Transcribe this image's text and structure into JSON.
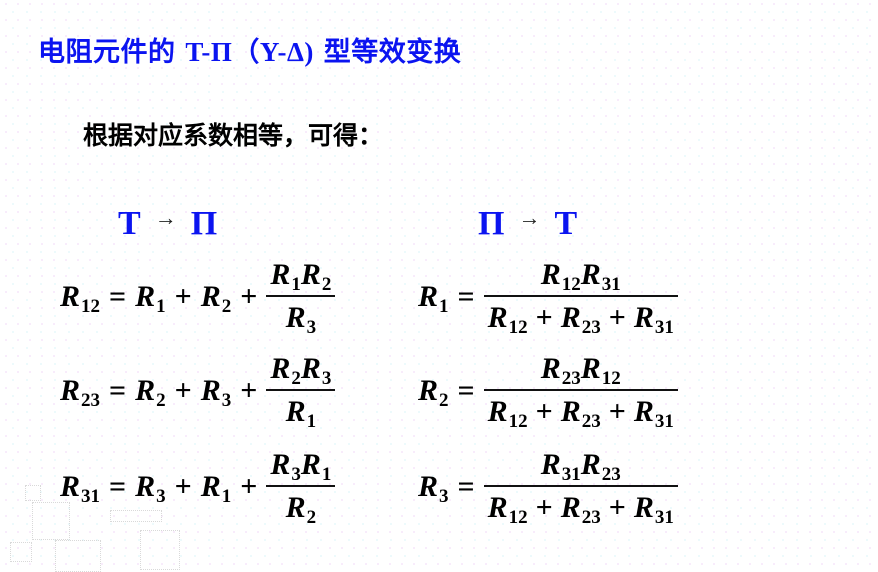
{
  "slide": {
    "title_cn_prefix": "电阻元件的",
    "title_latin": "T-Π（Y-Δ)",
    "title_cn_suffix": "型等效变换",
    "subtitle": "根据对应系数相等，可得：",
    "colors": {
      "title": "#0b14f0",
      "body": "#000000",
      "background": "#ffffff"
    }
  },
  "columns": {
    "left": {
      "from": "T",
      "arrow": "→",
      "to": "Π"
    },
    "right": {
      "from": "Π",
      "arrow": "→",
      "to": "T"
    }
  },
  "symbols": {
    "R": "R",
    "equals": "=",
    "plus": "+"
  },
  "t_to_pi": [
    {
      "lhs": "12",
      "t1": "1",
      "t2": "2",
      "num_a": "1",
      "num_b": "2",
      "den": "3"
    },
    {
      "lhs": "23",
      "t1": "2",
      "t2": "3",
      "num_a": "2",
      "num_b": "3",
      "den": "1"
    },
    {
      "lhs": "31",
      "t1": "3",
      "t2": "1",
      "num_a": "3",
      "num_b": "1",
      "den": "2"
    }
  ],
  "pi_to_t": [
    {
      "lhs": "1",
      "num_a": "12",
      "num_b": "31",
      "den_a": "12",
      "den_b": "23",
      "den_c": "31"
    },
    {
      "lhs": "2",
      "num_a": "23",
      "num_b": "12",
      "den_a": "12",
      "den_b": "23",
      "den_c": "31"
    },
    {
      "lhs": "3",
      "num_a": "31",
      "num_b": "23",
      "den_a": "12",
      "den_b": "23",
      "den_c": "31"
    }
  ]
}
